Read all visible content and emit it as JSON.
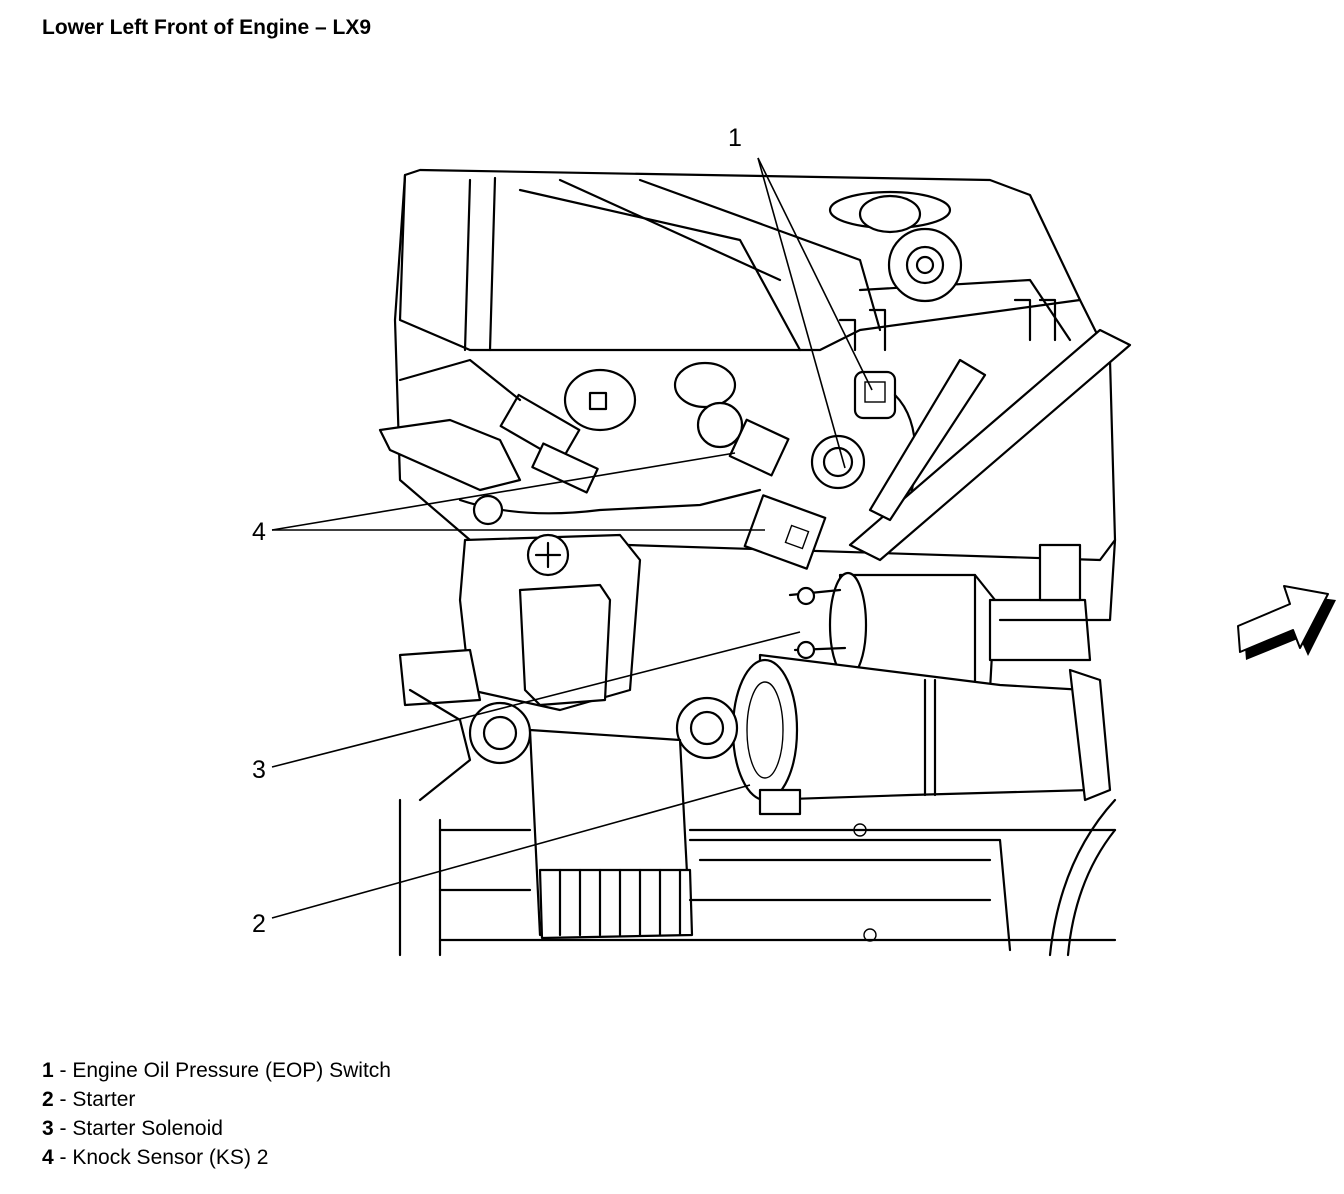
{
  "title": "Lower Left Front of Engine – LX9",
  "callouts": [
    {
      "id": "1",
      "label": "1"
    },
    {
      "id": "2",
      "label": "2"
    },
    {
      "id": "3",
      "label": "3"
    },
    {
      "id": "4",
      "label": "4"
    }
  ],
  "legend": [
    {
      "num": "1",
      "sep": " - ",
      "text": "Engine Oil Pressure (EOP) Switch"
    },
    {
      "num": "2",
      "sep": " - ",
      "text": "Starter"
    },
    {
      "num": "3",
      "sep": " - ",
      "text": "Starter Solenoid"
    },
    {
      "num": "4",
      "sep": " - ",
      "text": "Knock Sensor (KS) 2"
    }
  ],
  "icons": {
    "direction": "forward-arrow-icon"
  }
}
